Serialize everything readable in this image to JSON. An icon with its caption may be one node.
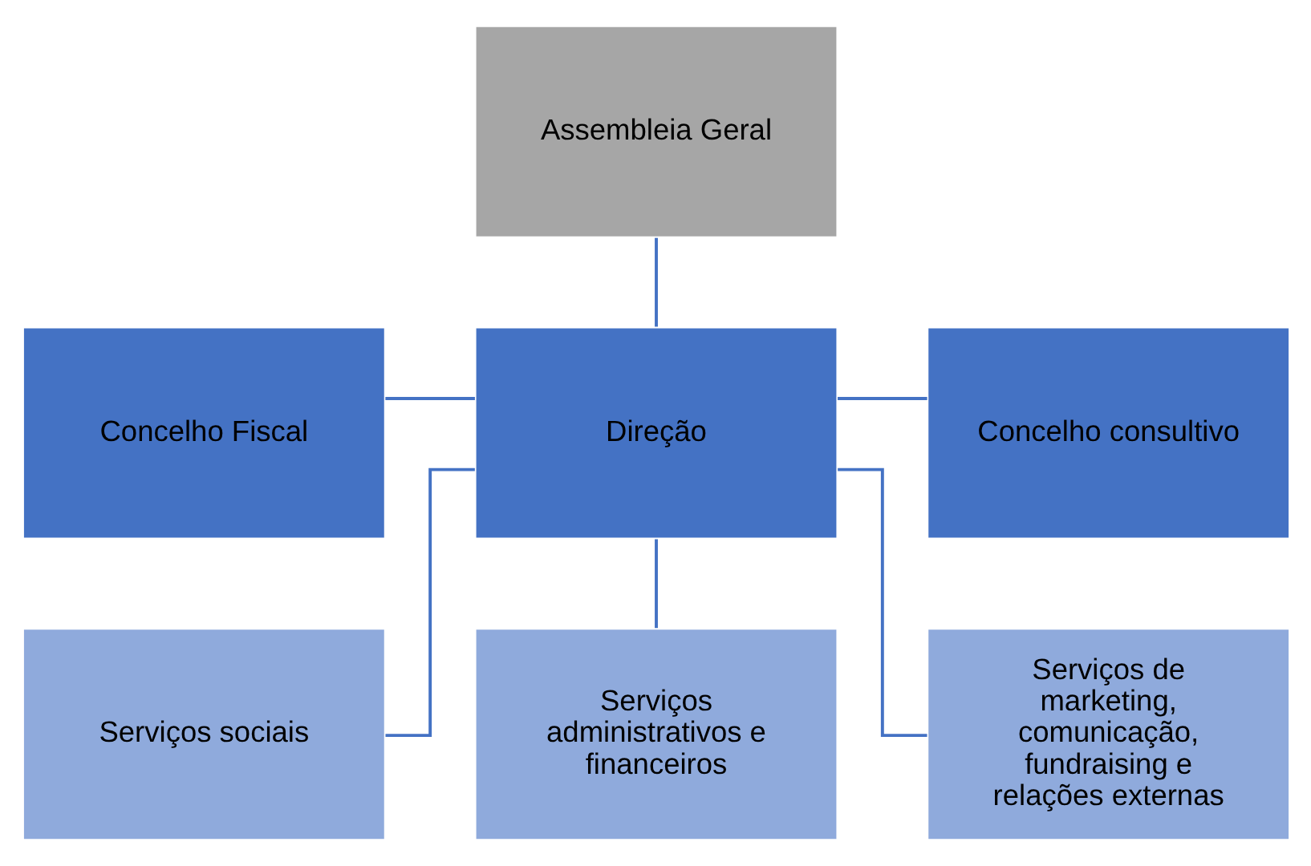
{
  "diagram": {
    "nodes": [
      {
        "text": [
          "Assembleia Geral"
        ]
      },
      {
        "text": [
          "Concelho Fiscal"
        ]
      },
      {
        "text": [
          "Direção"
        ]
      },
      {
        "text": [
          "Concelho consultivo"
        ]
      },
      {
        "text": [
          "Serviços sociais"
        ]
      },
      {
        "text": [
          "Serviços administrativos e financeiros"
        ]
      },
      {
        "text": [
          "Serviços de marketing, comunicação, fundraising e relações externas"
        ]
      }
    ],
    "edges": [
      {
        "from": 0,
        "to": 2,
        "arrow": "none"
      },
      {
        "from": 1,
        "to": 2,
        "arrow": "none"
      },
      {
        "from": 2,
        "to": 3,
        "arrow": "none"
      },
      {
        "from": 2,
        "to": 4,
        "arrow": "none"
      },
      {
        "from": 2,
        "to": 5,
        "arrow": "none"
      },
      {
        "from": 2,
        "to": 6,
        "arrow": "none"
      }
    ]
  }
}
